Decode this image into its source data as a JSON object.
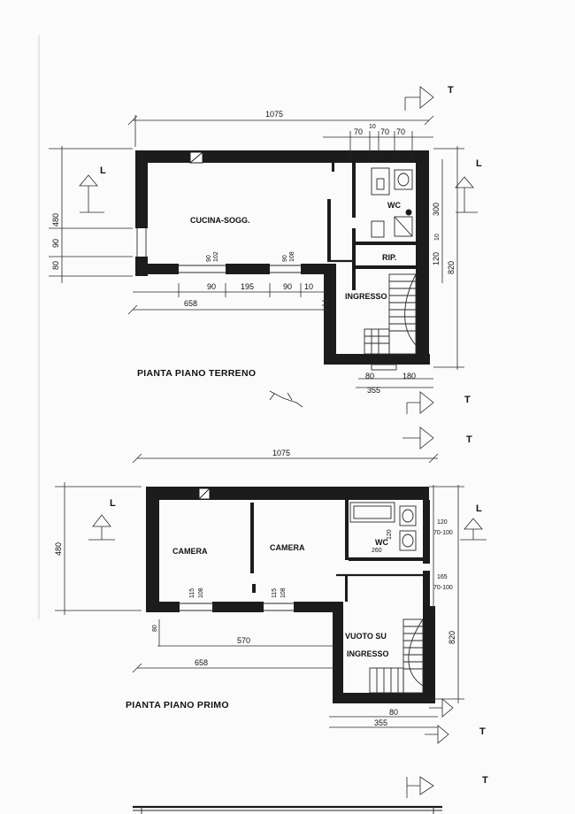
{
  "ground_floor": {
    "title": "PIANTA PIANO TERRENO",
    "rooms": {
      "kitchen": "CUCINA-SOGG.",
      "wc": "WC",
      "storage": "RIP.",
      "entrance": "INGRESSO"
    },
    "dims": {
      "total_width": "1075",
      "top_70a": "70",
      "top_10": "10",
      "top_70b": "70",
      "top_70c": "70",
      "left_480": "480",
      "left_90": "90",
      "left_80": "80",
      "right_300": "300",
      "right_120": "120",
      "right_10": "10",
      "right_820": "820",
      "win1": "90",
      "win1_sill": "102",
      "win2": "90",
      "win2_sill": "108",
      "bottom_90a": "90",
      "bottom_195": "195",
      "bottom_90b": "90",
      "bottom_10": "10",
      "bottom_658": "658",
      "bottom_80": "80",
      "bottom_180": "180",
      "bottom_355": "355"
    }
  },
  "first_floor": {
    "title": "PIANTA PIANO PRIMO",
    "rooms": {
      "bedroom1": "CAMERA",
      "bedroom2": "CAMERA",
      "wc": "WC",
      "wc_dim": "260",
      "wc_side": "120",
      "void": "VUOTO SU",
      "entrance": "INGRESSO"
    },
    "dims": {
      "total_width": "1075",
      "left_480": "480",
      "right_120": "120",
      "right_win1": "70-100",
      "right_165": "165",
      "right_win2": "70-100",
      "right_820": "820",
      "win1": "115",
      "win1_sill": "108",
      "win2": "115",
      "win2_sill": "108",
      "bottom_80": "80",
      "bottom_570": "570",
      "bottom_658": "658",
      "bottom_right_80": "80",
      "bottom_355": "355"
    }
  },
  "section_marks": {
    "letter_t": "T",
    "letter_l": "L"
  }
}
